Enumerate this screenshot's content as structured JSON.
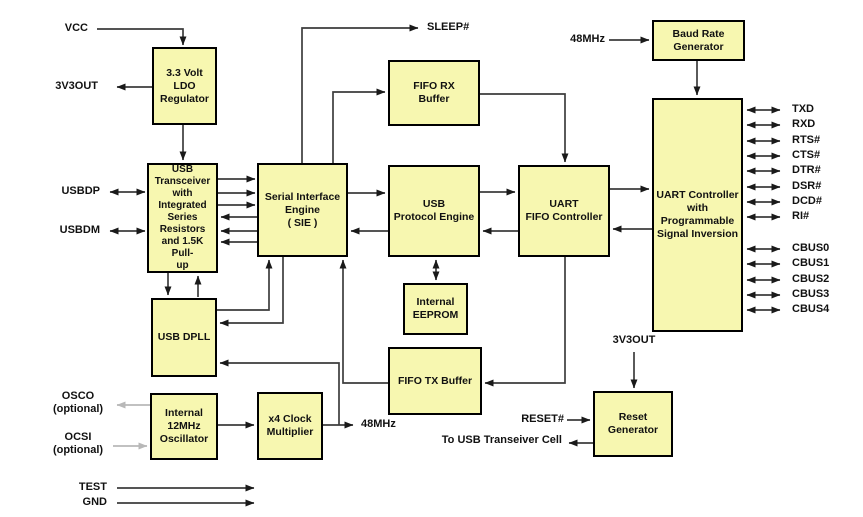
{
  "colors": {
    "box_fill": "#f7f7b0",
    "box_border": "#000000",
    "wire": "#3d3d3d",
    "arrowhead": "#1a1a1a",
    "optional_wire": "#b8b8b8",
    "text": "#111111",
    "background": "#ffffff"
  },
  "blocks": {
    "ldo": {
      "label": "3.3 Volt\nLDO\nRegulator"
    },
    "usb_transceiver": {
      "label": "USB\nTransceiver\nwith\nIntegrated\nSeries\nResistors\nand 1.5K\nPull-\nup"
    },
    "sie": {
      "label": "Serial Interface\nEngine\n( SIE )"
    },
    "fifo_rx": {
      "label": "FIFO RX\nBuffer"
    },
    "usb_protocol_engine": {
      "label": "USB\nProtocol Engine"
    },
    "uart_fifo_controller": {
      "label": "UART\nFIFO Controller"
    },
    "uart_controller": {
      "label": "UART Controller\nwith\nProgrammable\nSignal Inversion"
    },
    "baud_rate_generator": {
      "label": "Baud Rate\nGenerator"
    },
    "internal_eeprom": {
      "label": "Internal\nEEPROM"
    },
    "usb_dpll": {
      "label": "USB DPLL"
    },
    "fifo_tx": {
      "label": "FIFO TX Buffer"
    },
    "reset_generator": {
      "label": "Reset\nGenerator"
    },
    "oscillator": {
      "label": "Internal\n12MHz\nOscillator"
    },
    "clock_multiplier": {
      "label": "x4 Clock\nMultiplier"
    }
  },
  "pins": {
    "vcc": "VCC",
    "v3out_left": "3V3OUT",
    "usbdp": "USBDP",
    "usbdm": "USBDM",
    "sleep": "SLEEP#",
    "mhz48_in": "48MHz",
    "mhz48_out": "48MHz",
    "v3out_bottom": "3V3OUT",
    "reset": "RESET#",
    "to_usb_cell": "To USB Transeiver Cell",
    "osco": "OSCO",
    "osco_note": "(optional)",
    "ocsi": "OCSI",
    "ocsi_note": "(optional)",
    "test": "TEST",
    "gnd": "GND"
  },
  "uart_signals": [
    "TXD",
    "RXD",
    "RTS#",
    "CTS#",
    "DTR#",
    "DSR#",
    "DCD#",
    "RI#"
  ],
  "cbus_signals": [
    "CBUS0",
    "CBUS1",
    "CBUS2",
    "CBUS3",
    "CBUS4"
  ]
}
